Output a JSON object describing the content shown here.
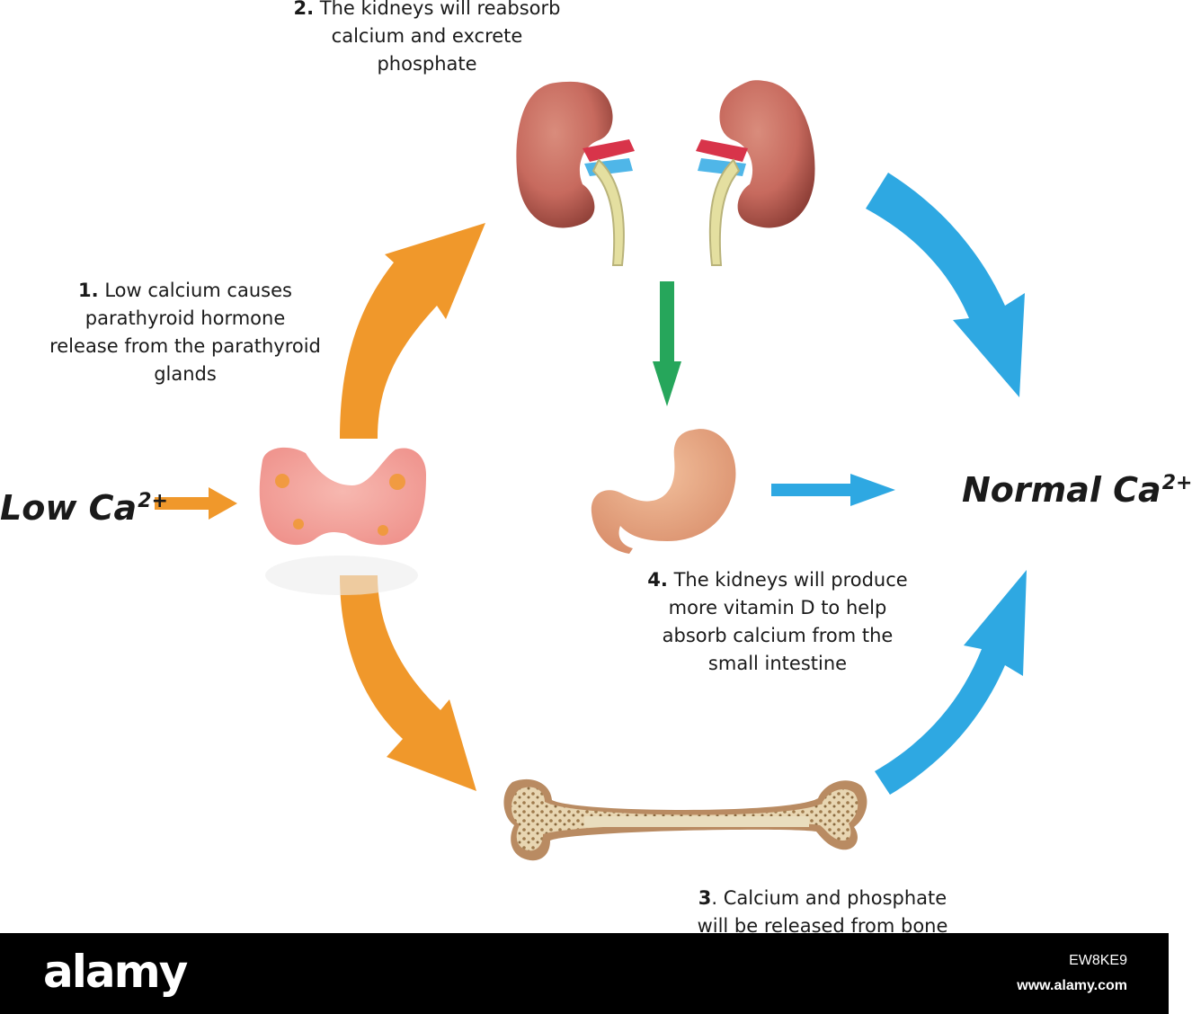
{
  "labels": {
    "step1_num": "1.",
    "step1_line1": "Low calcium causes",
    "step1_line2": "parathyroid hormone",
    "step1_line3": "release from the parathyroid",
    "step1_line4": "glands",
    "step2_num": "2.",
    "step2_line1": "The kidneys will reabsorb",
    "step2_line2": "calcium and excrete",
    "step2_line3": "phosphate",
    "step3_num": "3",
    "step3_line1": ". Calcium and phosphate",
    "step3_line2": "will be released from bone",
    "step4_num": "4.",
    "step4_line1": "The kidneys will produce",
    "step4_line2": "more vitamin D to help",
    "step4_line3": "absorb calcium from the",
    "step4_line4": "small intestine"
  },
  "states": {
    "low_text": "Low Ca",
    "low_sup": "2+",
    "normal_text": "Normal Ca",
    "normal_sup": "2+"
  },
  "footer": {
    "brand": "alamy",
    "image_id": "EW8KE9",
    "site": "www.alamy.com"
  },
  "colors": {
    "orange": "#F0982B",
    "blue": "#2EA8E2",
    "green": "#26A65B",
    "kidney": "#C76A5E",
    "parathyroid": "#F5A8A2",
    "stomach": "#E9A883",
    "bone": "#B98B62"
  }
}
